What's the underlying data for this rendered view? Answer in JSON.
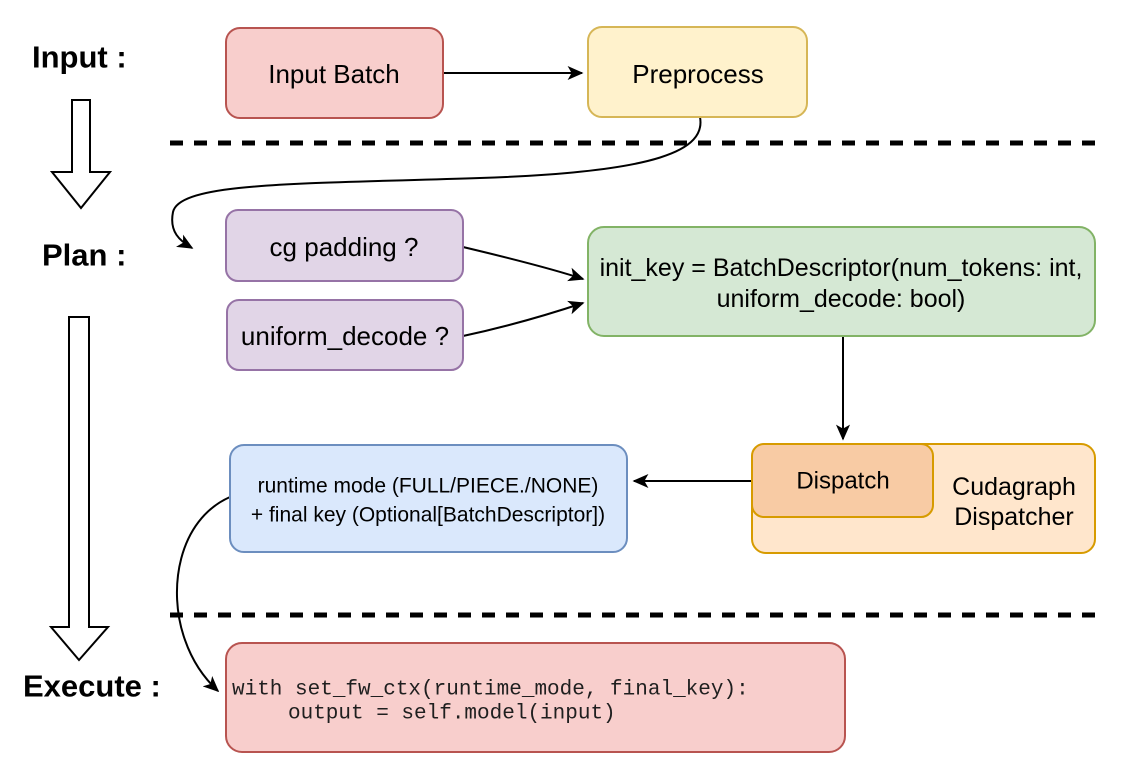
{
  "stage_labels": {
    "input": "Input :",
    "plan": "Plan :",
    "execute": "Execute :"
  },
  "nodes": {
    "input_batch": {
      "label": "Input Batch",
      "fill": "#F8CECC",
      "stroke": "#B85450"
    },
    "preprocess": {
      "label": "Preprocess",
      "fill": "#FFF2CC",
      "stroke": "#D6B656"
    },
    "cg_padding": {
      "label": "cg padding ?",
      "fill": "#E1D5E7",
      "stroke": "#9673A6"
    },
    "uniform_decode": {
      "label": "uniform_decode ?",
      "fill": "#E1D5E7",
      "stroke": "#9673A6"
    },
    "init_key": {
      "line1": "init_key = BatchDescriptor(num_tokens: int,",
      "line2": "uniform_decode: bool)",
      "fill": "#D5E8D4",
      "stroke": "#82B366"
    },
    "dispatch": {
      "label": "Dispatch",
      "fill": "#F8CBA4",
      "stroke": "#D79B00"
    },
    "cudagraph_dispatcher": {
      "line1": "Cudagraph",
      "line2": "Dispatcher",
      "fill": "#FFE6CC",
      "stroke": "#D79B00"
    },
    "runtime_key": {
      "line1": "runtime mode (FULL/PIECE./NONE)",
      "line2": "+ final key (Optional[BatchDescriptor])",
      "fill": "#DAE8FC",
      "stroke": "#6C8EBF"
    },
    "execute_code": {
      "line1": "with set_fw_ctx(runtime_mode, final_key):",
      "line2": "output = self.model(input)",
      "fill": "#F8CECC",
      "stroke": "#B85450"
    }
  },
  "edge_color": "#000000"
}
